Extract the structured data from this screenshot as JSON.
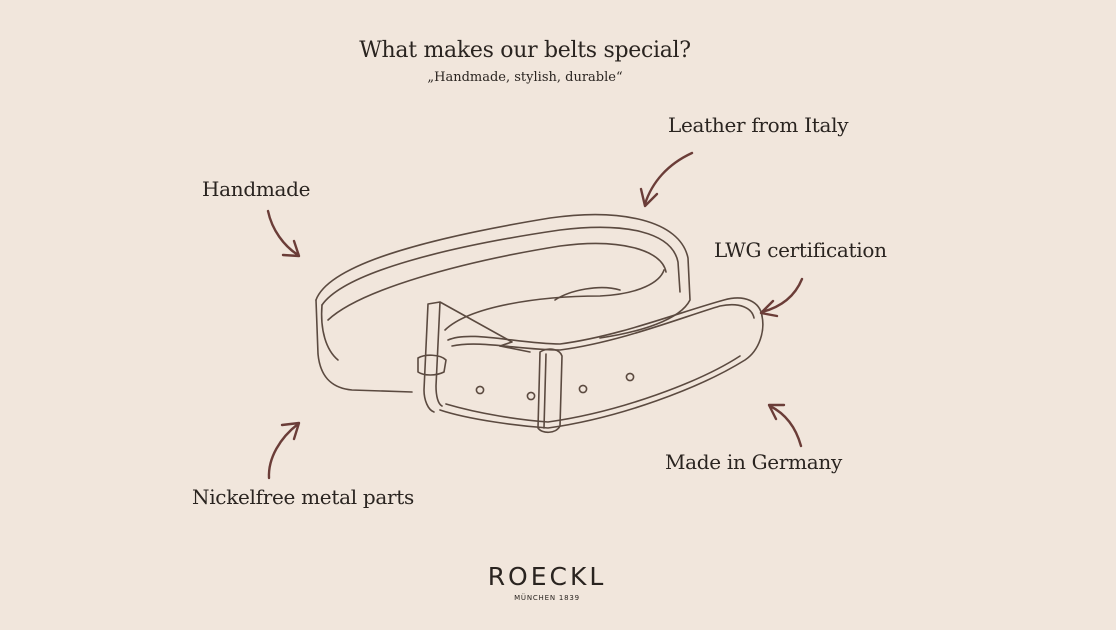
{
  "header": {
    "title": "What makes our belts special?",
    "subtitle": "„Handmade, stylish, durable“"
  },
  "features": {
    "leather": "Leather from Italy",
    "handmade": "Handmade",
    "lwg": "LWG certification",
    "germany": "Made in Germany",
    "nickel": "Nickelfree metal parts"
  },
  "brand": {
    "name": "ROECKL",
    "tagline": "MÜNCHEN 1839"
  },
  "colors": {
    "background": "#f1e6dc",
    "text": "#2a2420",
    "arrow": "#6b3d38",
    "line": "#5b4a40"
  }
}
